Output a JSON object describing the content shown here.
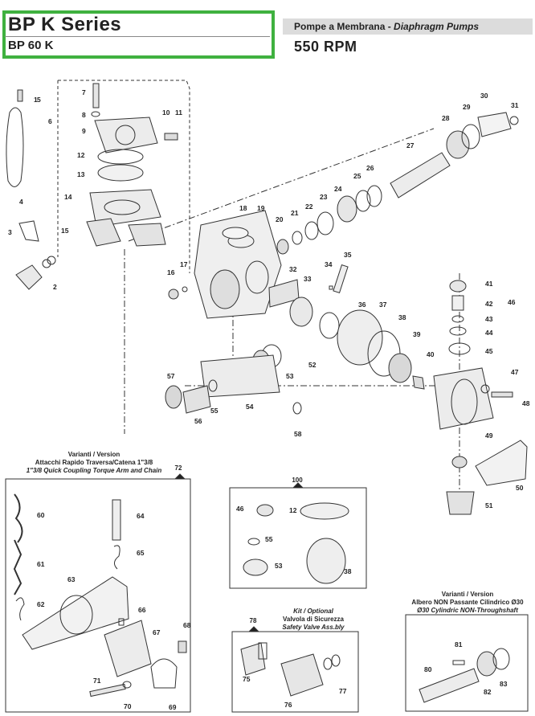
{
  "header": {
    "series": "BP K  Series",
    "model": "BP 60 K",
    "type_it": "Pompe a Membrana - ",
    "type_en": "Diaphragm Pumps",
    "rpm": "550 RPM"
  },
  "boxes": {
    "variants_quick": {
      "line1": "Varianti / Version",
      "line2": "Attacchi Rapido Traversa/Catena 1\"3/8",
      "line3": "1\"3/8 Quick Coupling Torque Arm and Chain",
      "number": "72"
    },
    "kit_100": {
      "number": "100"
    },
    "safety_valve": {
      "line1": "Kit / Optional",
      "line2": "Valvola di Sicurezza",
      "line3": "Safety Valve Ass.bly",
      "number": "78"
    },
    "variants_shaft": {
      "line1": "Varianti / Version",
      "line2": "Albero NON Passante Cilindrico Ø30",
      "line3": "Ø30 Cylindric NON-Throughshaft"
    }
  },
  "part_labels": [
    "1",
    "2",
    "3",
    "4",
    "5",
    "6",
    "7",
    "8",
    "9",
    "10",
    "11",
    "12",
    "13",
    "14",
    "15",
    "16",
    "17",
    "18",
    "19",
    "20",
    "21",
    "22",
    "23",
    "24",
    "25",
    "26",
    "27",
    "28",
    "29",
    "30",
    "31",
    "32",
    "33",
    "34",
    "35",
    "36",
    "37",
    "38",
    "39",
    "40",
    "41",
    "42",
    "43",
    "44",
    "45",
    "46",
    "47",
    "48",
    "49",
    "50",
    "51",
    "52",
    "53",
    "54",
    "55",
    "56",
    "57",
    "58",
    "60",
    "61",
    "62",
    "63",
    "64",
    "65",
    "66",
    "67",
    "68",
    "69",
    "70",
    "71",
    "75",
    "76",
    "77",
    "80",
    "81",
    "82",
    "83",
    "12",
    "38",
    "46",
    "53",
    "55"
  ]
}
